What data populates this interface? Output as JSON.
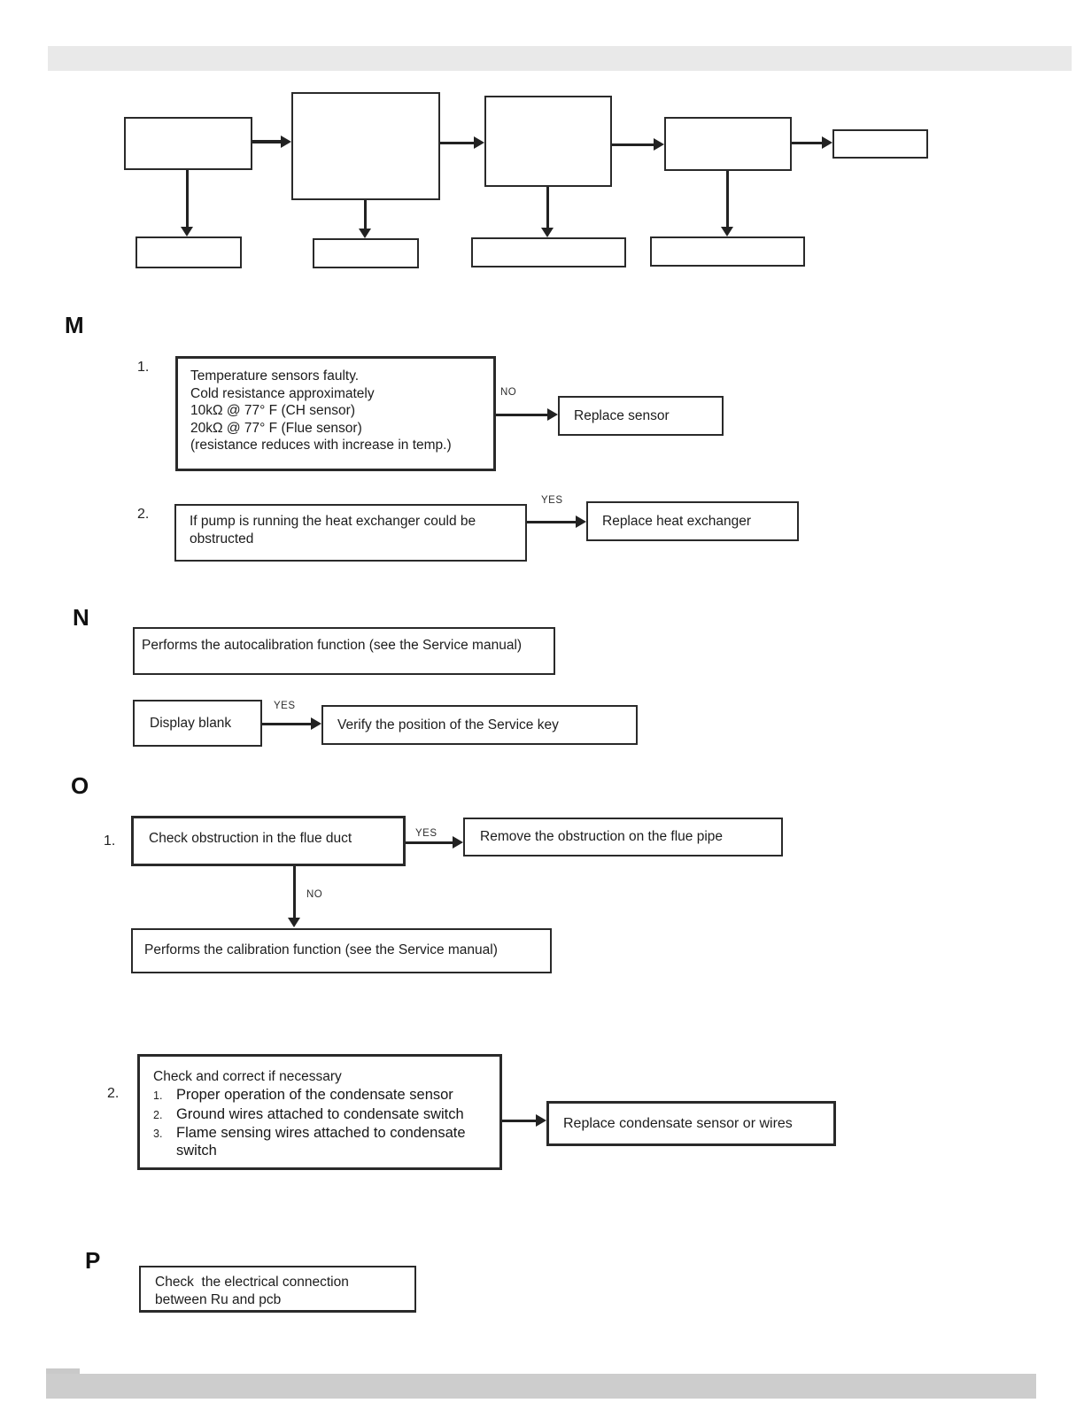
{
  "colors": {
    "header_bar": "#e9e9e9",
    "footer_bar": "#cdcdcd",
    "line_color": "#222222"
  },
  "sections": {
    "m": {
      "label": "M",
      "item1_number": "1.",
      "item1_lines": [
        "Temperature sensors faulty.",
        "Cold resistance approximately",
        "10kΩ @ 77° F (CH sensor)",
        "20kΩ @ 77° F (Flue sensor)",
        "(resistance reduces with increase in temp.)"
      ],
      "no_label": "NO",
      "replace_sensor_label": "Replace sensor",
      "item2_number": "2.",
      "item2_lines": [
        "If pump is running the heat exchanger could be",
        "obstructed"
      ],
      "yes_label": "YES",
      "replace_heat_exchanger_label": "Replace heat exchanger"
    },
    "n": {
      "label": "N",
      "autocalibration_text": "Performs the autocalibration function (see the Service manual)",
      "display_blank_label": "Display blank",
      "yes_label": "YES",
      "verify_text": "Verify the position of the Service key"
    },
    "o": {
      "label": "O",
      "item1_number": "1.",
      "check_obstruction_text": "Check obstruction in the flue duct",
      "yes_label": "YES",
      "remove_obstruction_text": "Remove the obstruction on the flue pipe",
      "no_label": "NO",
      "calibration_text": "Performs the calibration function (see the Service manual)",
      "item2_number": "2.",
      "check_correct_title": "Check and correct if necessary",
      "check_items": [
        {
          "num": "1.",
          "text": "Proper operation of the condensate sensor"
        },
        {
          "num": "2.",
          "text": "Ground wires attached to condensate switch"
        },
        {
          "num": "3.",
          "text": "Flame sensing wires attached to condensate switch"
        }
      ],
      "replace_condensate_text": "Replace condensate sensor or wires"
    },
    "p": {
      "label": "P",
      "check_electrical_lines": [
        "Check  the electrical connection",
        "between Ru and pcb"
      ]
    }
  }
}
